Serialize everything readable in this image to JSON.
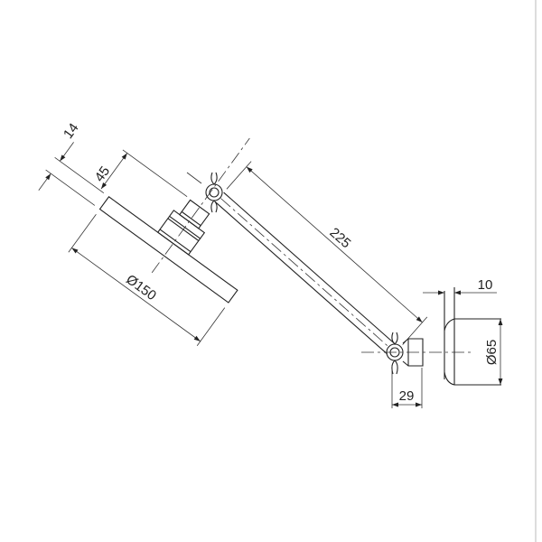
{
  "drawing": {
    "line_color": "#222222",
    "frame_color": "#dddddd",
    "dimensions": {
      "head_thickness": "14",
      "head_height": "45",
      "head_diameter": "Ø150",
      "arm_length": "225",
      "flange_depth": "10",
      "flange_diameter": "Ø65",
      "nut_width": "29"
    }
  }
}
